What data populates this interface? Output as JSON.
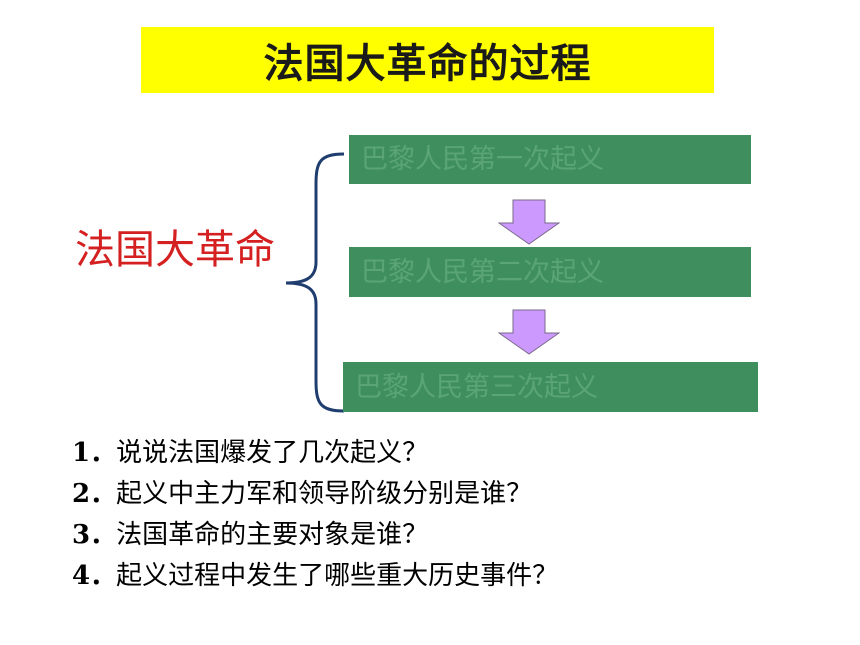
{
  "title": "法国大革命的过程",
  "topic": "法国大革命",
  "steps": [
    {
      "label": "巴黎人民第一次起义"
    },
    {
      "label": "巴黎人民第二次起义"
    },
    {
      "label": "巴黎人民第三次起义"
    }
  ],
  "questions": [
    {
      "num": "1．",
      "text": "说说法国爆发了几次起义？"
    },
    {
      "num": "2．",
      "text": "起义中主力军和领导阶级分别是谁？"
    },
    {
      "num": "3．",
      "text": "法国革命的主要对象是谁？"
    },
    {
      "num": "4．",
      "text": "起义过程中发生了哪些重大历史事件？"
    }
  ],
  "colors": {
    "title_bg": "#ffff00",
    "topic_text": "#d42020",
    "step_bg": "#3f8f5e",
    "arrow_fill": "#cc99ff",
    "brace_stroke": "#1f3d6e"
  }
}
